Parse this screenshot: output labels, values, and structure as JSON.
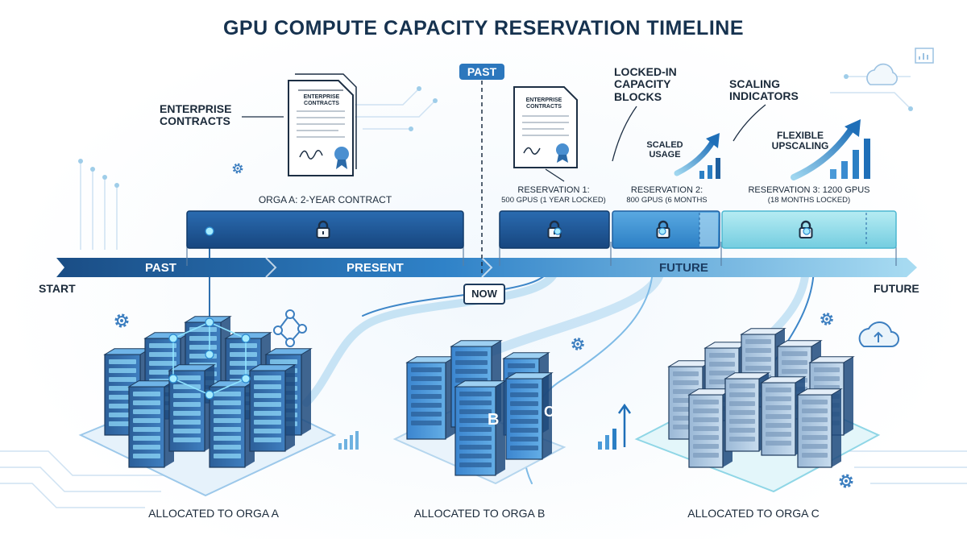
{
  "title": "GPU COMPUTE CAPACITY RESERVATION TIMELINE",
  "labels": {
    "enterprise_contracts": "ENTERPRISE CONTRACTS",
    "doc_title": "ENTERPRISE CONTRACTS",
    "past_tag": "PAST",
    "now_tag": "NOW",
    "locked_in": "LOCKED-IN CAPACITY BLOCKS",
    "scaling_indicators": "SCALING INDICATORS",
    "scaled_usage": "SCALED USAGE",
    "flexible_upscaling": "FLEXIBLE UPSCALING",
    "orga_a_contract": "ORGA A: 2-YEAR CONTRACT",
    "res1_title": "RESERVATION 1:",
    "res1_detail": "500 GPUs (1 YEAR LOCKED)",
    "res2_title": "RESERVATION 2:",
    "res2_detail": "800 GPUs (6 MONTHS",
    "res3_title": "RESERVATION 3: 1200 GPUs",
    "res3_detail": "(18 MONTHS LOCKED)"
  },
  "timeline": {
    "start": "START",
    "past": "PAST",
    "present": "PRESENT",
    "future": "FUTURE",
    "end": "FUTURE"
  },
  "allocations": {
    "a": "ALLOCATED TO ORGA A",
    "b": "ALLOCATED TO ORGA B",
    "c": "ALLOCATED TO ORGA C"
  },
  "server_letters": {
    "b": "B",
    "c": "C"
  },
  "colors": {
    "navy": "#1c4f8a",
    "blue": "#2d7fc7",
    "light_blue": "#8ccbea",
    "teal": "#6fd0e0",
    "text": "#1b2a3a"
  }
}
